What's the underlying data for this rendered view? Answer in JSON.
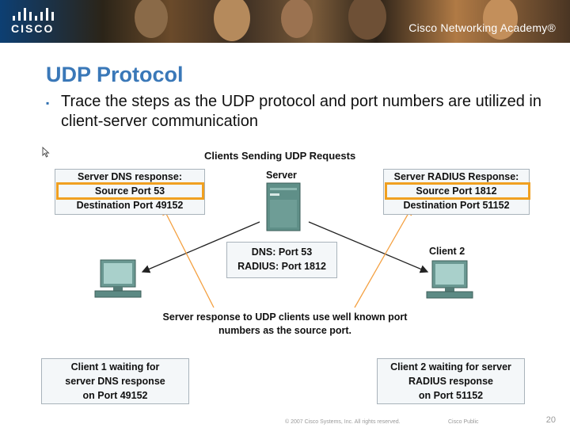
{
  "header": {
    "brand_word": "CISCO",
    "academy_label": "Cisco Networking Academy®"
  },
  "slide": {
    "title": "UDP Protocol",
    "bullet_marker": "▪",
    "bullet": "Trace the steps as the UDP protocol and port numbers are utilized in client-server communication"
  },
  "diagram": {
    "heading": "Clients Sending UDP  Requests",
    "server_label": "Server",
    "client2_label": "Client 2",
    "server_ports": [
      "DNS: Port 53",
      "RADIUS: Port 1812"
    ],
    "dns_response": [
      "Server DNS response:",
      "Source Port 53",
      "Destination Port 49152"
    ],
    "radius_response": [
      "Server RADIUS Response:",
      "Source Port 1812",
      "Destination Port 51152"
    ],
    "note": [
      "Server response to UDP clients use well known port",
      "numbers as the source port."
    ],
    "client1_wait": [
      "Client 1 waiting for",
      "server DNS response",
      "on Port 49152"
    ],
    "client2_wait": [
      "Client 2 waiting for server",
      "RADIUS response",
      "on Port 51152"
    ],
    "colors": {
      "highlight": "#f0a020",
      "arrow": "#f4a040",
      "title": "#3a78b8"
    }
  },
  "footer": {
    "copyright": "© 2007 Cisco Systems, Inc. All rights reserved.",
    "classification": "Cisco Public",
    "page_number": "20"
  }
}
